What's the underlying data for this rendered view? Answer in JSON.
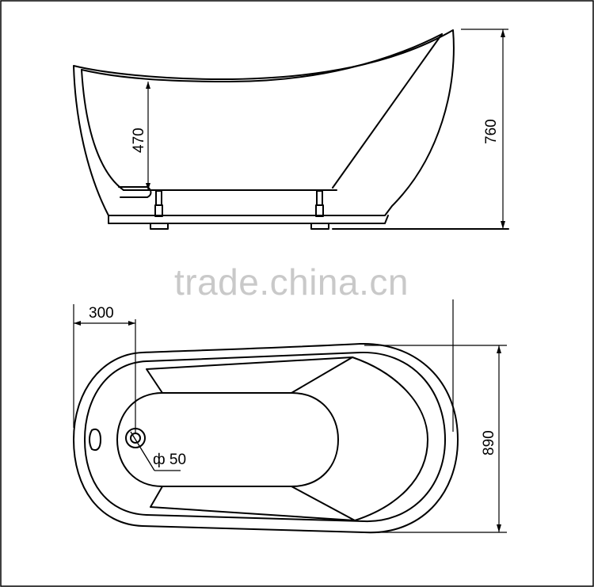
{
  "watermark": "trade.china.cn",
  "side_view": {
    "height_total_label": "760",
    "water_depth_label": "470"
  },
  "top_view": {
    "drain_offset_label": "300",
    "width_label": "890",
    "drain_diameter_label": "ф 50"
  }
}
